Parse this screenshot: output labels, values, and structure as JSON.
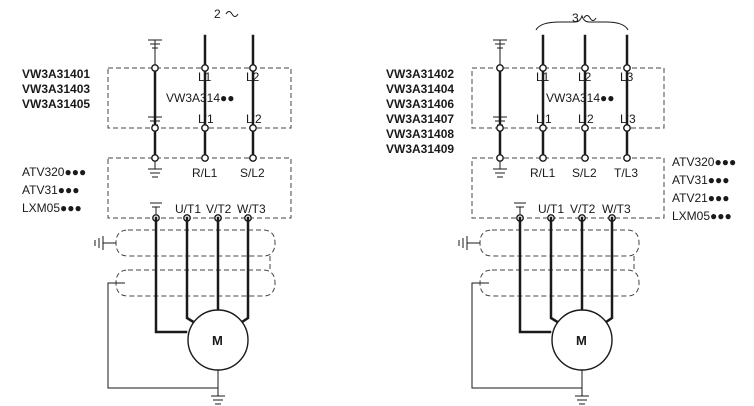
{
  "left": {
    "phase_count": "2",
    "filter_refs": [
      "VW3A31401",
      "VW3A31403",
      "VW3A31405"
    ],
    "filter_name": "VW3A314●●",
    "filter_in": [
      "L1",
      "L2"
    ],
    "filter_out": [
      "L'1",
      "L'2"
    ],
    "drive_in": [
      "R/L1",
      "S/L2"
    ],
    "drives": [
      "ATV320●●●",
      "ATV31●●●",
      "LXM05●●●"
    ],
    "outputs": [
      "U/T1",
      "V/T2",
      "W/T3"
    ],
    "motor": "M"
  },
  "right": {
    "phase_count": "3",
    "filter_refs": [
      "VW3A31402",
      "VW3A31404",
      "VW3A31406",
      "VW3A31407",
      "VW3A31408",
      "VW3A31409"
    ],
    "filter_name": "VW3A314●●",
    "filter_in": [
      "L1",
      "L2",
      "L3"
    ],
    "filter_out": [
      "L'1",
      "L'2",
      "L'3"
    ],
    "drive_in": [
      "R/L1",
      "S/L2",
      "T/L3"
    ],
    "drives": [
      "ATV320●●●",
      "ATV31●●●",
      "ATV21●●●",
      "LXM05●●●"
    ],
    "outputs": [
      "U/T1",
      "V/T2",
      "W/T3"
    ],
    "motor": "M"
  }
}
